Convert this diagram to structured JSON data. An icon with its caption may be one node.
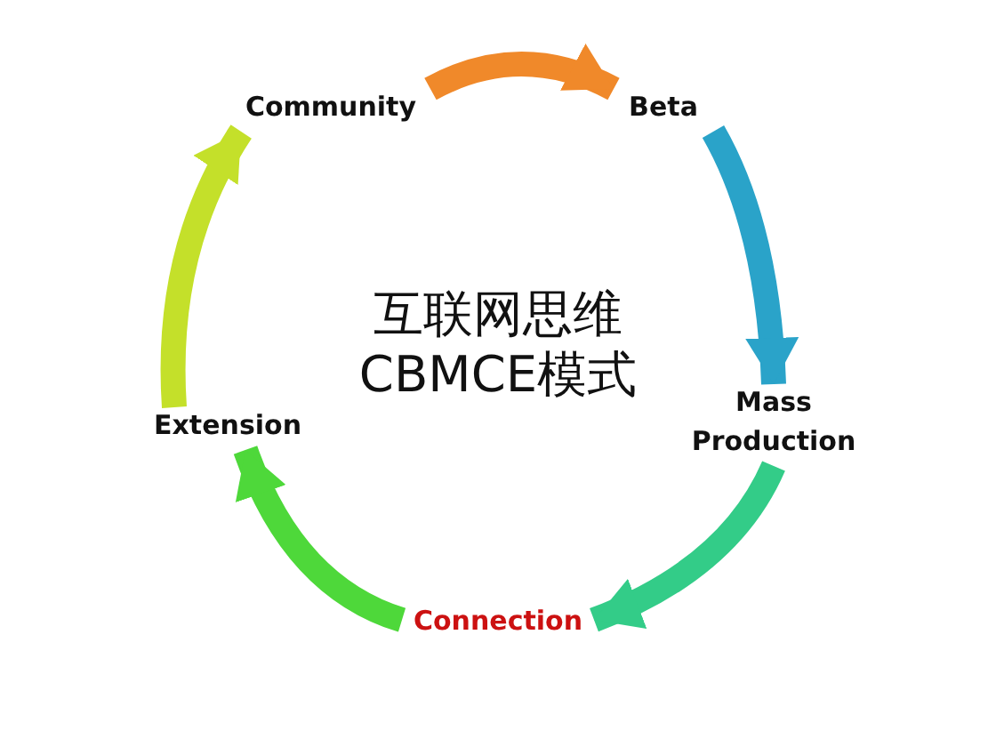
{
  "diagram": {
    "title": "互联网思维 CBMCE模式",
    "nodes": [
      {
        "text": [
          "Community"
        ]
      },
      {
        "text": [
          "Beta"
        ]
      },
      {
        "text": [
          "Mass Production"
        ]
      },
      {
        "text": [
          "Connection"
        ]
      },
      {
        "text": [
          "Extension"
        ]
      }
    ],
    "edges": [
      {
        "from": 0,
        "to": 1,
        "arrow": "to",
        "color": "#f0892a"
      },
      {
        "from": 1,
        "to": 2,
        "arrow": "to",
        "color": "#2aa3c9"
      },
      {
        "from": 2,
        "to": 3,
        "arrow": "to",
        "color": "#33cc88"
      },
      {
        "from": 3,
        "to": 4,
        "arrow": "to",
        "color": "#4ed83a"
      },
      {
        "from": 4,
        "to": 0,
        "arrow": "to",
        "color": "#c4e02a"
      }
    ]
  }
}
